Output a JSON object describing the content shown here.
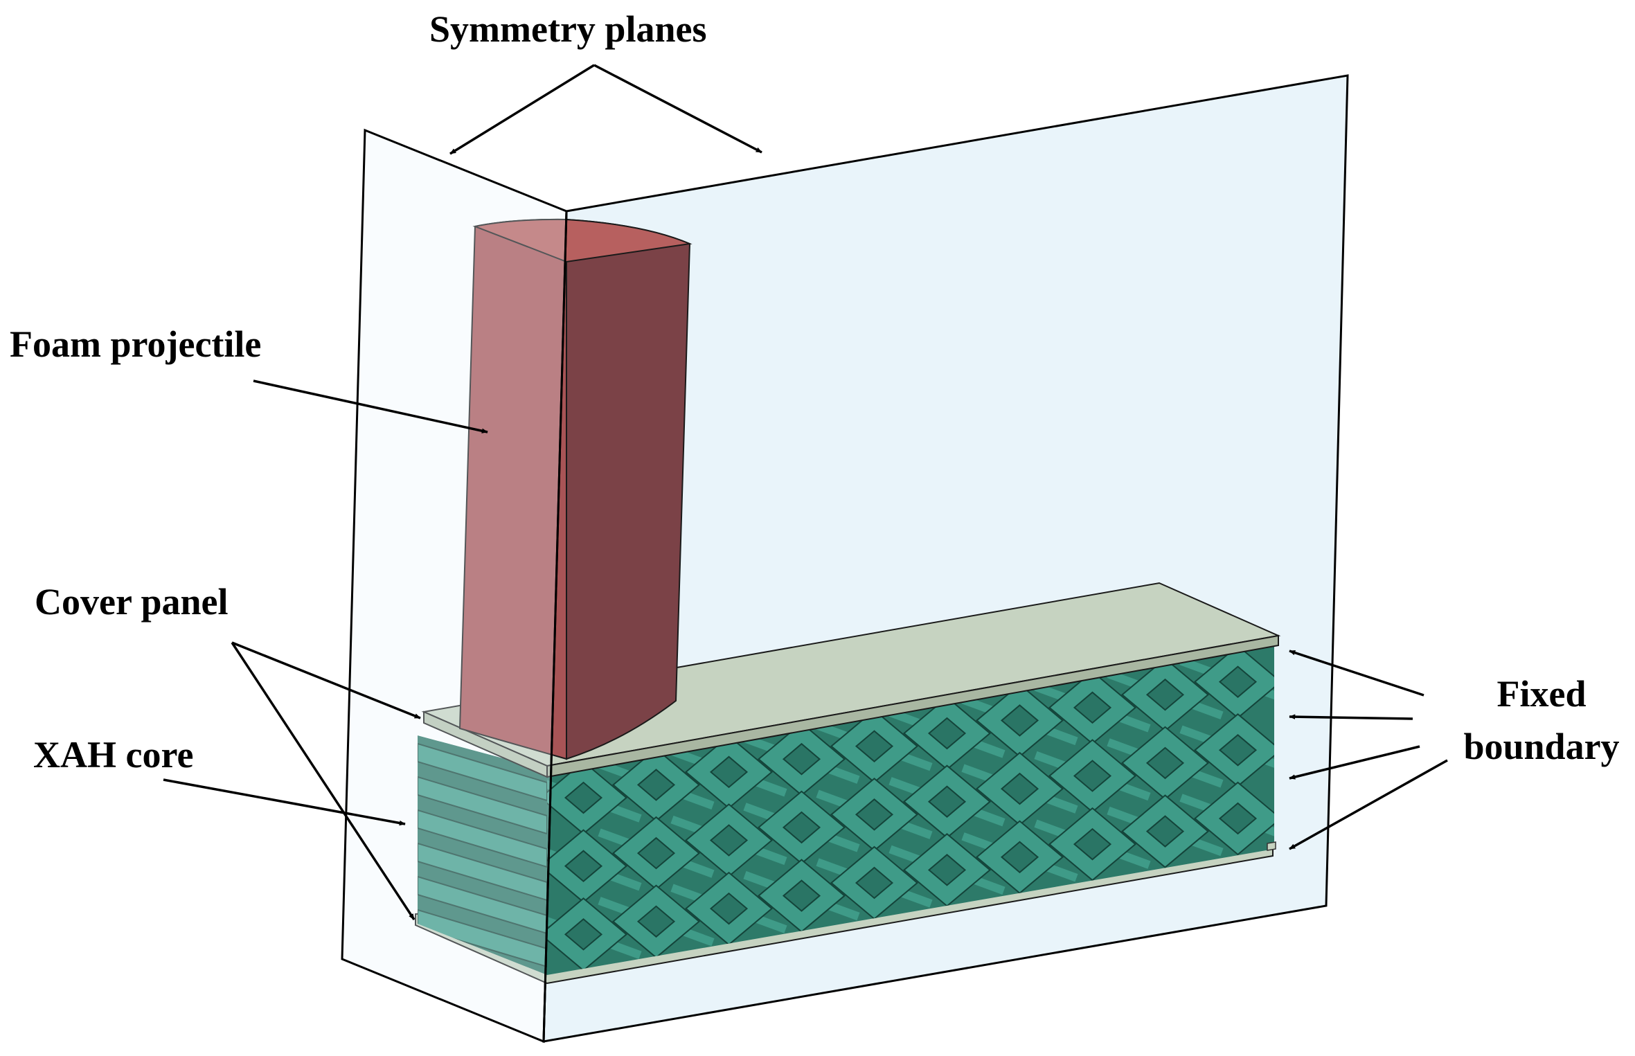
{
  "labels": {
    "symmetry_planes": "Symmetry planes",
    "foam_projectile": "Foam projectile",
    "cover_panel": "Cover panel",
    "xah_core": "XAH core",
    "fixed_line1": "Fixed",
    "fixed_line2": "boundary"
  },
  "colors": {
    "background": "#ffffff",
    "plane_fill": "#e9f4fa",
    "projectile_front": "#a85456",
    "projectile_side": "#7b4247",
    "projectile_top": "#b7605f",
    "cover_panel": "#c6d3c1",
    "core_light": "#3f9b88",
    "core_dark": "#2a7565",
    "outline": "#000000"
  }
}
